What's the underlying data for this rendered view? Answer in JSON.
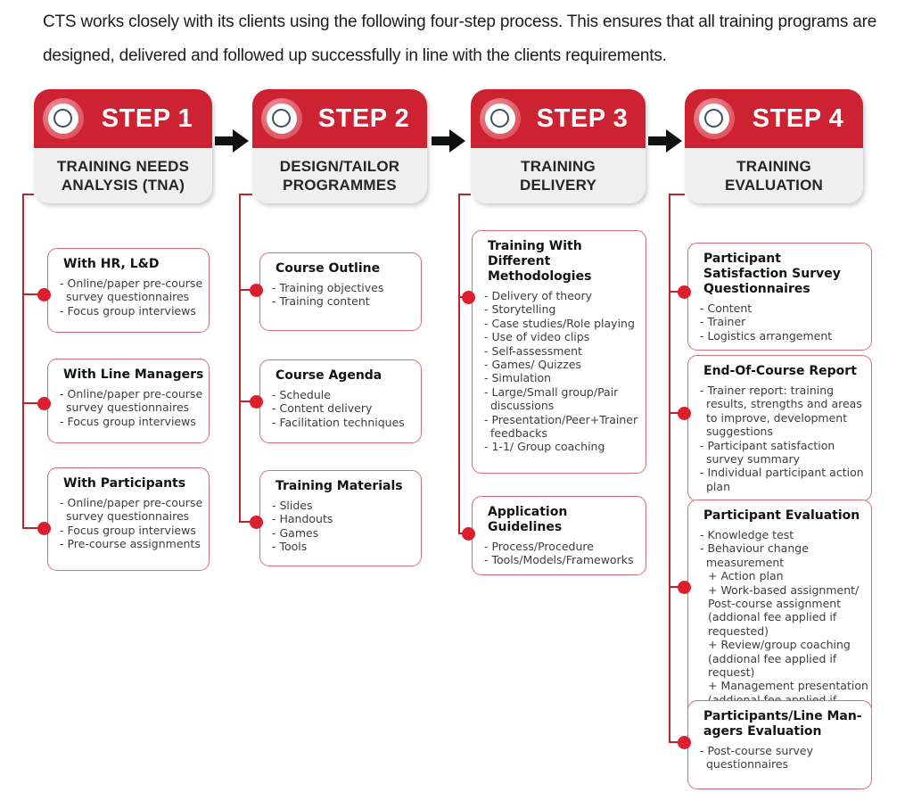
{
  "intro": "CTS works closely with its clients using the following four-step process. This ensures that all training programs are designed, delivered and followed up successfully in line with the clients requirements.",
  "colors": {
    "step_red": "#cd2231",
    "badge_light_red": "#e0626c",
    "badge_ring_navy": "#3d4f63",
    "panel_gray": "#efeff0",
    "box_border_pink": "#cf7078",
    "connector_red": "#b82531",
    "dot_red": "#dc1f2c",
    "arrow_black": "#111111"
  },
  "steps": [
    {
      "badge_icon": "target-circle-icon",
      "label": "STEP 1",
      "title": "TRAINING NEEDS\nANALYSIS (TNA)",
      "boxes": [
        {
          "title": "With HR, L&D",
          "items": [
            "- Online/paper pre-course survey questionnaires",
            "- Focus group interviews"
          ]
        },
        {
          "title": "With Line Managers",
          "items": [
            "- Online/paper pre-course survey questionnaires",
            "- Focus group interviews"
          ]
        },
        {
          "title": "With Participants",
          "items": [
            "- Online/paper pre-course survey questionnaires",
            "- Focus group interviews",
            "- Pre-course assignments"
          ]
        }
      ]
    },
    {
      "badge_icon": "target-circle-icon",
      "label": "STEP 2",
      "title": "DESIGN/TAILOR\nPROGRAMMES",
      "boxes": [
        {
          "title": "Course Outline",
          "items": [
            "- Training objectives",
            "- Training content"
          ]
        },
        {
          "title": "Course Agenda",
          "items": [
            "- Schedule",
            "- Content delivery",
            "- Facilitation techniques"
          ]
        },
        {
          "title": "Training Materials",
          "items": [
            "- Slides",
            "- Handouts",
            "- Games",
            "- Tools"
          ]
        }
      ]
    },
    {
      "badge_icon": "target-circle-icon",
      "label": "STEP 3",
      "title": "TRAINING\nDELIVERY",
      "boxes": [
        {
          "title": "Training With Different Methodologies",
          "items": [
            "- Delivery of theory",
            "- Storytelling",
            "- Case studies/Role playing",
            "- Use of video clips",
            "- Self-assessment",
            "- Games/ Quizzes",
            "- Simulation",
            "- Large/Small group/Pair discussions",
            "- Presentation/Peer+Trainer feedbacks",
            "- 1-1/ Group coaching"
          ]
        },
        {
          "title": "Application Guidelines",
          "items": [
            "- Process/Procedure",
            "- Tools/Models/Frameworks"
          ]
        }
      ]
    },
    {
      "badge_icon": "target-circle-icon",
      "label": "STEP 4",
      "title": "TRAINING\nEVALUATION",
      "boxes": [
        {
          "title": "Participant Satisfaction Survey Questionnaires",
          "items": [
            "- Content",
            "- Trainer",
            "- Logistics arrangement"
          ]
        },
        {
          "title": "End-Of-Course Report",
          "items": [
            "- Trainer report: training results, strengths and areas to improve, development suggestions",
            "- Participant satisfaction survey summary",
            "- Individual participant action plan"
          ]
        },
        {
          "title": "Participant Evaluation",
          "items": [
            "- Knowledge test",
            "- Behaviour change measurement",
            "+ Action plan",
            "+ Work-based assignment/ Post-course assignment (addional fee applied if requested)",
            "+ Review/group coaching (addional fee applied if request)",
            "+ Management presentation (addional fee applied if request)"
          ]
        },
        {
          "title": "Participants/Line Man-agers Evaluation",
          "items": [
            "- Post-course survey questionnaires"
          ]
        }
      ]
    }
  ]
}
